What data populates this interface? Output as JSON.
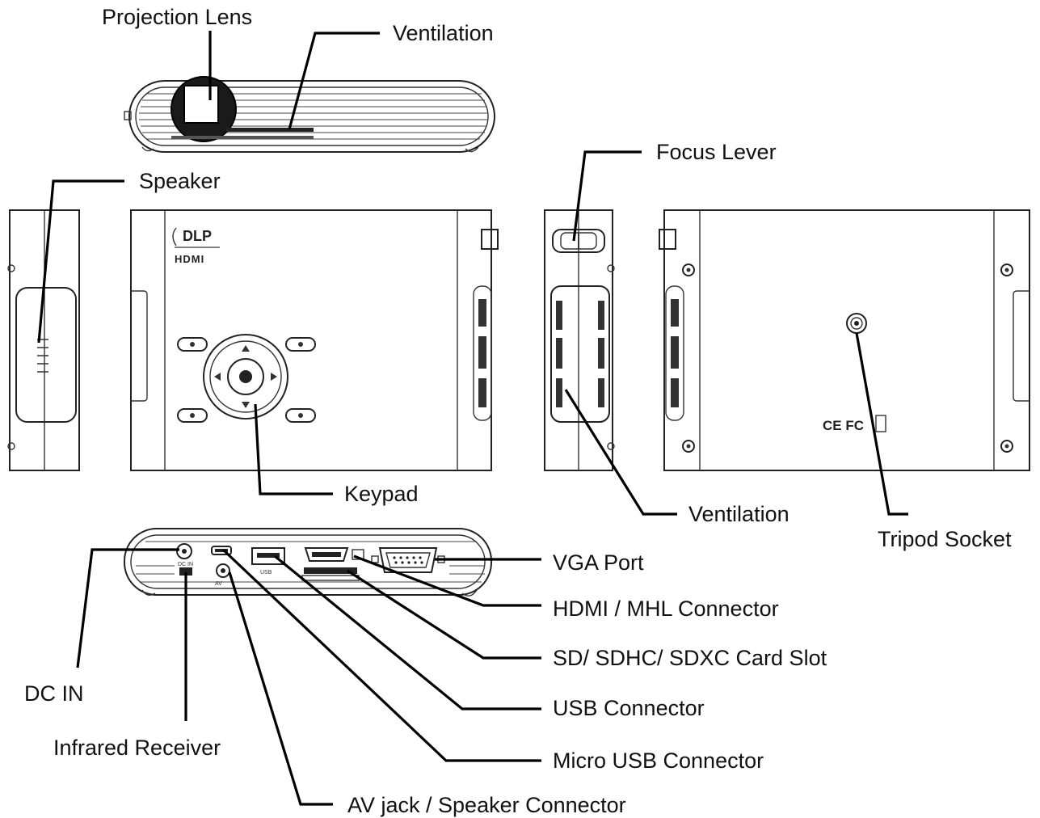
{
  "labels": {
    "projection_lens": "Projection Lens",
    "ventilation_top": "Ventilation",
    "focus_lever": "Focus Lever",
    "speaker": "Speaker",
    "keypad": "Keypad",
    "ventilation_side": "Ventilation",
    "tripod_socket": "Tripod Socket",
    "vga_port": "VGA Port",
    "hdmi_mhl": "HDMI / MHL Connector",
    "sd_slot": "SD/ SDHC/ SDXC Card Slot",
    "usb_connector": "USB Connector",
    "micro_usb": "Micro USB Connector",
    "av_jack": "AV jack / Speaker Connector",
    "dc_in": "DC IN",
    "infrared_receiver": "Infrared Receiver"
  },
  "device_marks": {
    "dlp_logo": "DLP",
    "hdmi_logo": "HDMI",
    "cert_marks": "CE FC",
    "usb_port": "USB",
    "dc_port": "DC IN",
    "av_port": "AV"
  }
}
